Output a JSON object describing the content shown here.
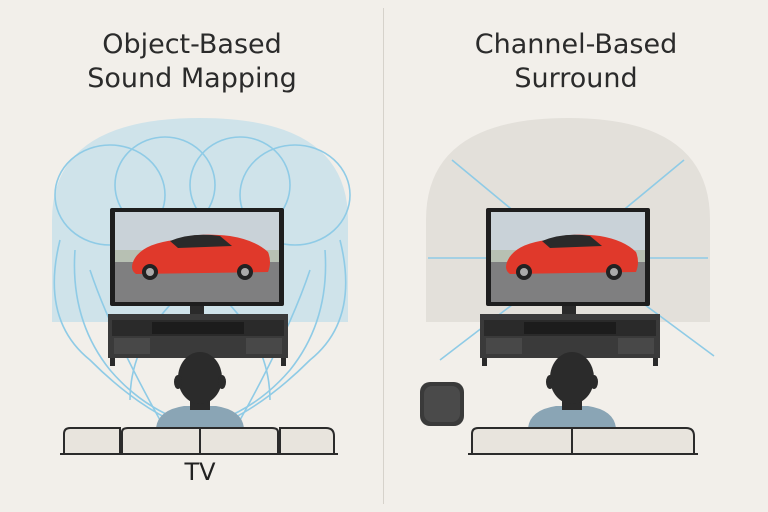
{
  "left_panel": {
    "title_line1": "Object-Based",
    "title_line2": "Sound Mapping",
    "caption": "TV"
  },
  "right_panel": {
    "title_line1": "Channel-Based",
    "title_line2": "Surround"
  },
  "colors": {
    "background": "#f2efea",
    "wave_blue": "#8fcbe6",
    "dome_blue": "#cfe3ea",
    "dome_gray": "#e3e0da",
    "car_red": "#e0392b",
    "furniture_dark": "#3a3a3a"
  }
}
